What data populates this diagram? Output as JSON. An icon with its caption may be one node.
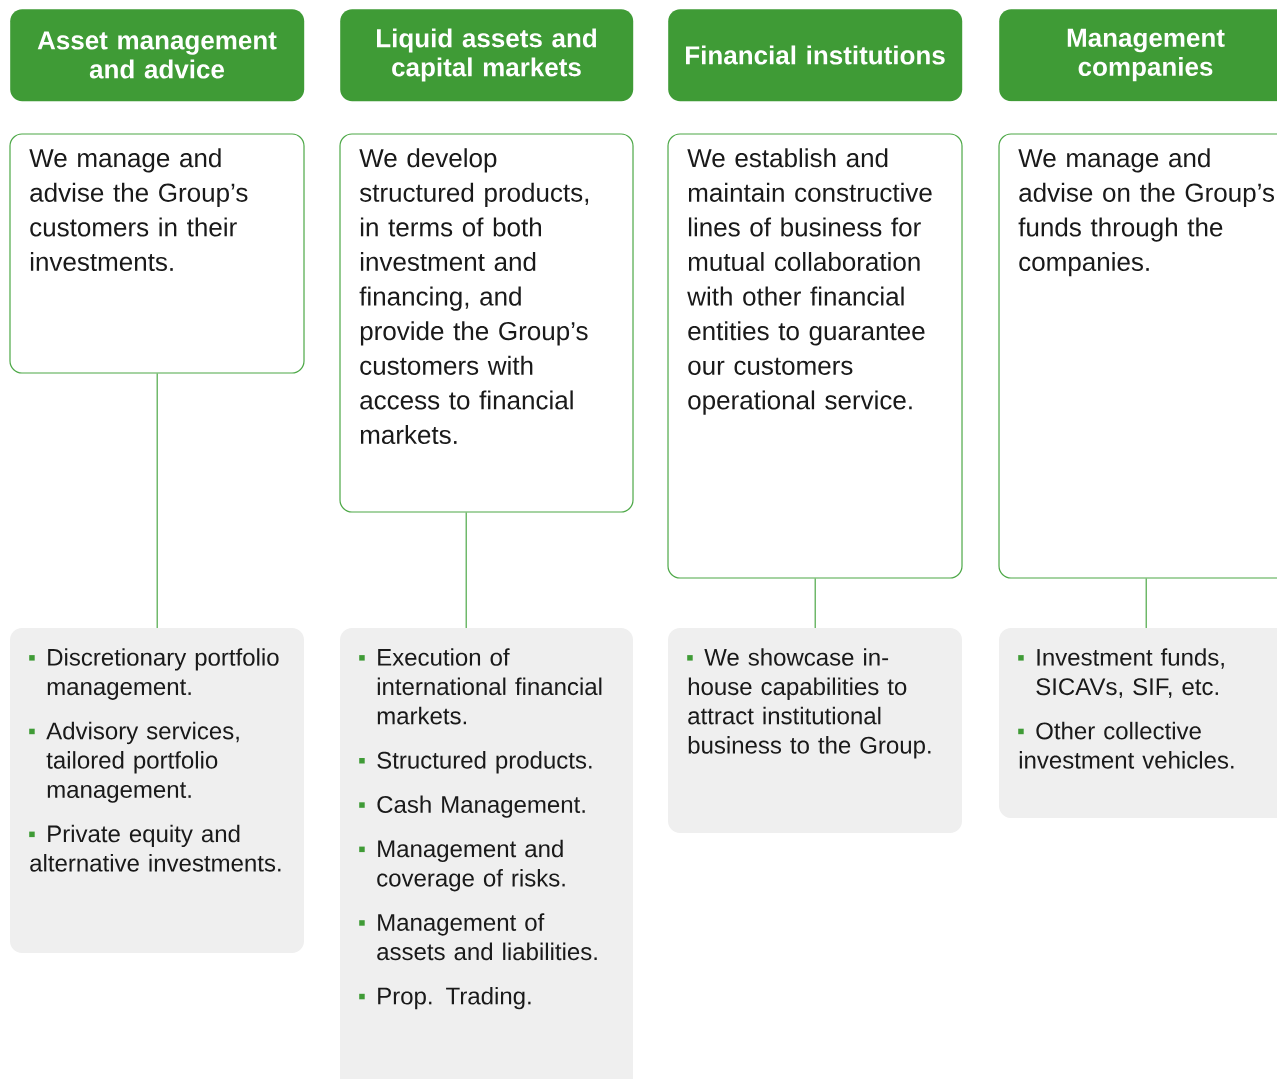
{
  "diagram": {
    "nodes": [
      {
        "text": [
          "Asset management and advice"
        ]
      },
      {
        "text": [
          "We manage and advise the Group’s customers in their investments."
        ]
      },
      {
        "text": [
          "Discretionary portfolio management.",
          "Advisory services, tailored portfolio management.",
          "Private equity and alternative investments."
        ]
      },
      {
        "text": [
          "Liquid assets and capital markets"
        ]
      },
      {
        "text": [
          "We develop structured products, in terms of both investment and financing, and provide the Group’s customers with access to financial markets."
        ]
      },
      {
        "text": [
          "Execution of international financial markets.",
          "Structured products.",
          "Cash Management.",
          "Management and coverage of risks.",
          "Management of assets and liabilities.",
          "Prop. Trading."
        ]
      },
      {
        "text": [
          "Financial institutions"
        ]
      },
      {
        "text": [
          "We establish and maintain constructive lines of business for mutual collaboration with other financial entities to guarantee our customers operational service."
        ]
      },
      {
        "text": [
          "We showcase in-house capabilities to attract institutional business to the Group."
        ]
      },
      {
        "text": [
          "Management companies"
        ]
      },
      {
        "text": [
          "We manage and advise on the Group’s funds through the companies."
        ]
      },
      {
        "text": [
          "Investment funds, SICAVs, SIF, etc.",
          "Other collective investment vehicles."
        ]
      }
    ],
    "edges": [
      {
        "from": 1,
        "to": 2,
        "arrow": "none"
      },
      {
        "from": 4,
        "to": 5,
        "arrow": "none"
      },
      {
        "from": 7,
        "to": 8,
        "arrow": "none"
      },
      {
        "from": 10,
        "to": 11,
        "arrow": "none"
      }
    ]
  }
}
